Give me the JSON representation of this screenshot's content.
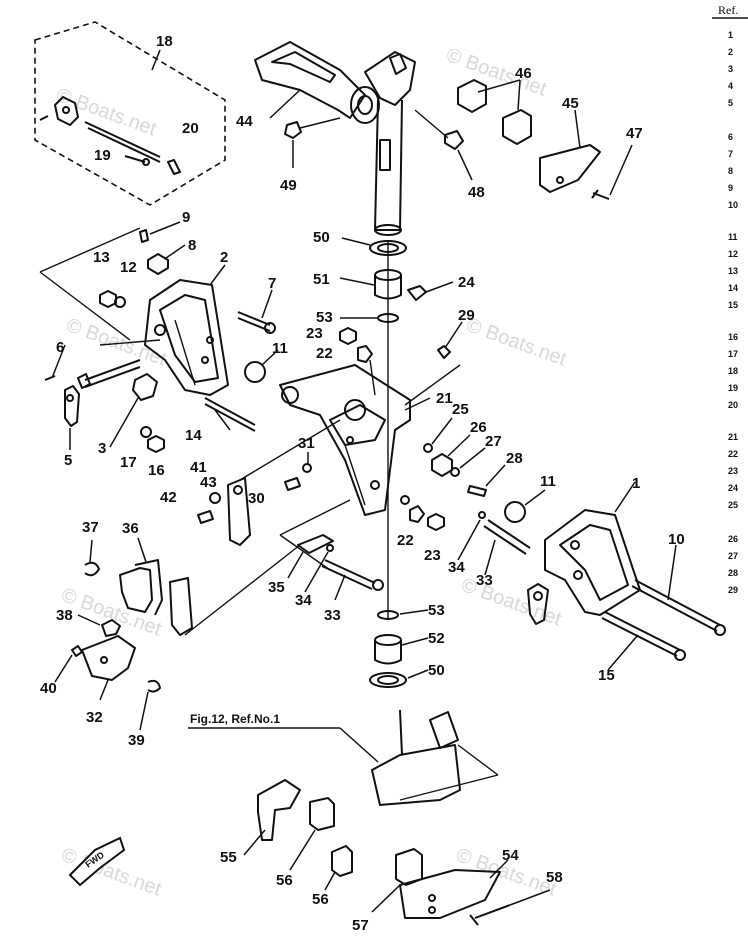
{
  "ref_column": {
    "header": "Ref.",
    "numbers": [
      "1",
      "2",
      "3",
      "4",
      "5",
      "6",
      "7",
      "8",
      "9",
      "10",
      "11",
      "12",
      "13",
      "14",
      "15",
      "16",
      "17",
      "18",
      "19",
      "20",
      "21",
      "22",
      "23",
      "24",
      "25",
      "26",
      "27",
      "28",
      "29"
    ]
  },
  "callouts": [
    "1",
    "2",
    "3",
    "5",
    "6",
    "7",
    "8",
    "9",
    "10",
    "11",
    "11",
    "12",
    "13",
    "14",
    "15",
    "16",
    "17",
    "18",
    "19",
    "20",
    "21",
    "22",
    "22",
    "23",
    "23",
    "24",
    "25",
    "26",
    "27",
    "28",
    "29",
    "30",
    "31",
    "32",
    "33",
    "33",
    "34",
    "34",
    "35",
    "36",
    "37",
    "38",
    "39",
    "40",
    "41",
    "42",
    "43",
    "44",
    "45",
    "46",
    "47",
    "48",
    "49",
    "50",
    "50",
    "51",
    "52",
    "53",
    "53",
    "54",
    "55",
    "56",
    "56",
    "57",
    "58"
  ],
  "reference_note": "Fig.12, Ref.No.1",
  "fwd_label": "FWD",
  "watermark": "© Boats.net",
  "colors": {
    "line": "#111111",
    "watermark": "#c8c8c8"
  }
}
